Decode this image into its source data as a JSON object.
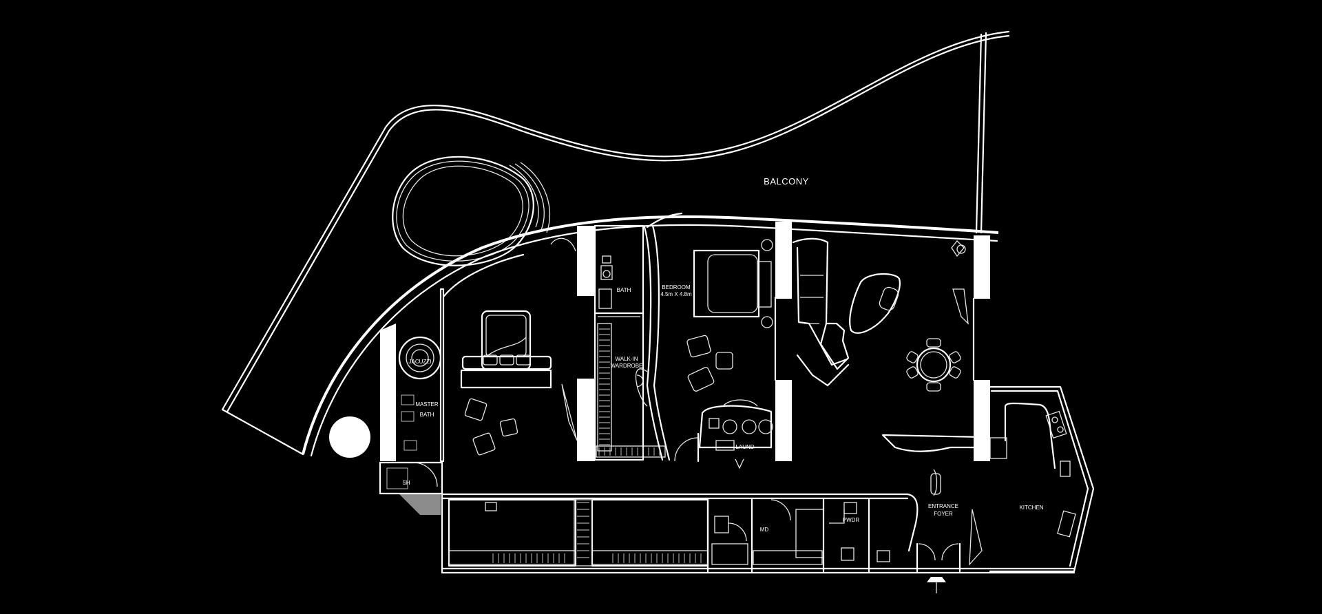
{
  "colors": {
    "background": "#000000",
    "linework": "#ffffff"
  },
  "labels": {
    "balcony": "BALCONY",
    "bath": "BATH",
    "bedroom": "BEDROOM",
    "bedroom_size": "4.5m X 4.8m",
    "walk_in_wardrobe_1": "WALK-IN",
    "walk_in_wardrobe_2": "WARDROBE",
    "jacuzzi": "JACUZZI",
    "master_bath_1": "MASTER",
    "master_bath_2": "BATH",
    "sh": "SH",
    "laund": "LAUND",
    "md": "MD",
    "pwdr": "PWDR",
    "entrance_1": "ENTRANCE",
    "entrance_2": "FOYER",
    "kitchen": "KITCHEN"
  }
}
